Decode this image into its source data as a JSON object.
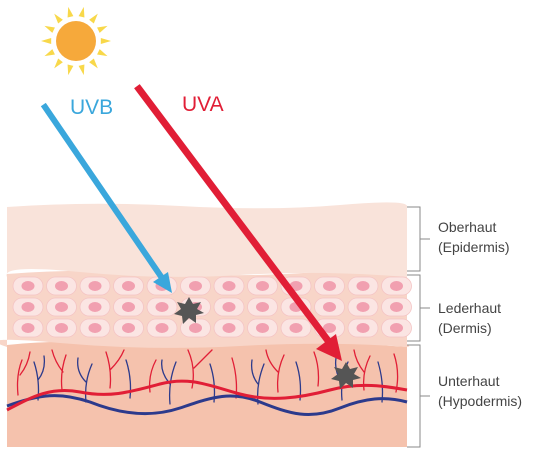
{
  "rays": {
    "uvb": {
      "label": "UVB",
      "color": "#3aa7dc"
    },
    "uva": {
      "label": "UVA",
      "color": "#e11e36"
    }
  },
  "layers": [
    {
      "name": "Oberhaut",
      "latin": "(Epidermis)",
      "color": "#f9e3da"
    },
    {
      "name": "Lederhaut",
      "latin": "(Dermis)",
      "color": "#f8d5c8"
    },
    {
      "name": "Unterhaut",
      "latin": "(Hypodermis)",
      "color": "#f5c2ad"
    }
  ],
  "colors": {
    "sun": "#f6a93b",
    "sun_rays": "#f8d84a",
    "cell": "#fbe5e3",
    "nucleus": "#f1a0b0",
    "artery": "#e11e36",
    "vein": "#2c3a8c",
    "damage": "#555555"
  }
}
